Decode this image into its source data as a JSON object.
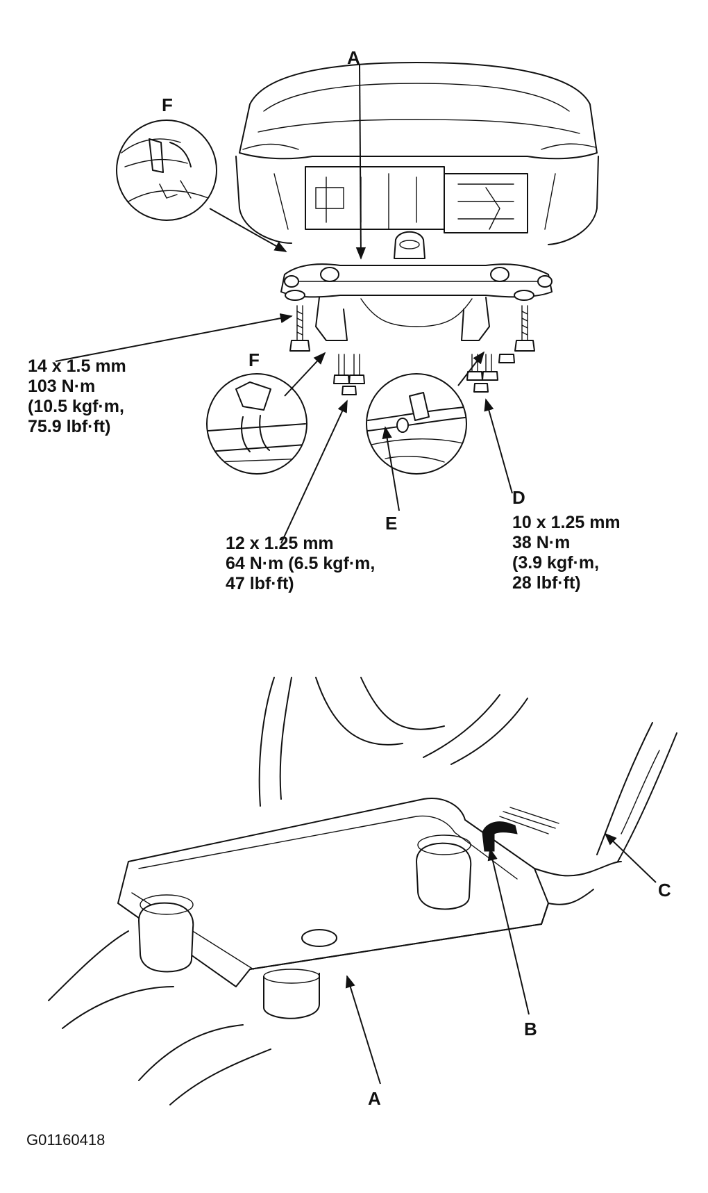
{
  "labels": {
    "A_top": "A",
    "F_upper": "F",
    "F_lower": "F",
    "D": "D",
    "E": "E",
    "A_bottom": "A",
    "B": "B",
    "C": "C"
  },
  "specs": {
    "rear_bolt": [
      "14 x 1.5 mm",
      "103 N·m",
      "(10.5 kgf·m,",
      "75.9 lbf·ft)"
    ],
    "middle_bolt": [
      "12 x 1.25 mm",
      "64 N·m (6.5 kgf·m,",
      "47 lbf·ft)"
    ],
    "d_bolt": [
      "10 x 1.25 mm",
      "38 N·m",
      "(3.9 kgf·m,",
      "28 lbf·ft)"
    ]
  },
  "figure_code": "G01160418"
}
